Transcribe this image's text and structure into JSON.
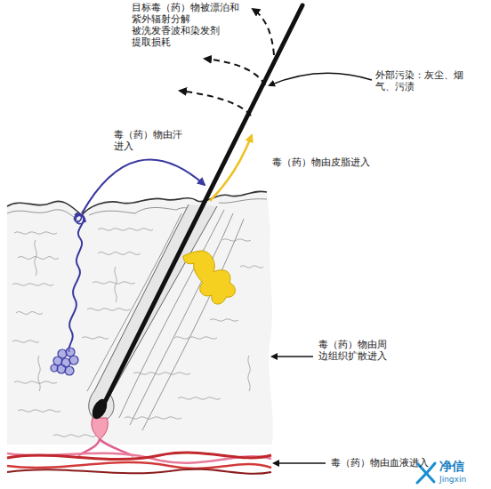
{
  "diagram": {
    "labels": [
      "目标毒（药）物被漂泊和 紫外辐射分解 被洗发香波和染发剂 提取损耗",
      "外部污染：灰尘、烟 气、污渍",
      "毒（药）物由汗 进入",
      "毒（药）物由皮脂进入",
      "毒（药）物由周 边组织扩散进入",
      "毒（药）物由血液进入",
      "净信",
      "Jingxin"
    ]
  }
}
